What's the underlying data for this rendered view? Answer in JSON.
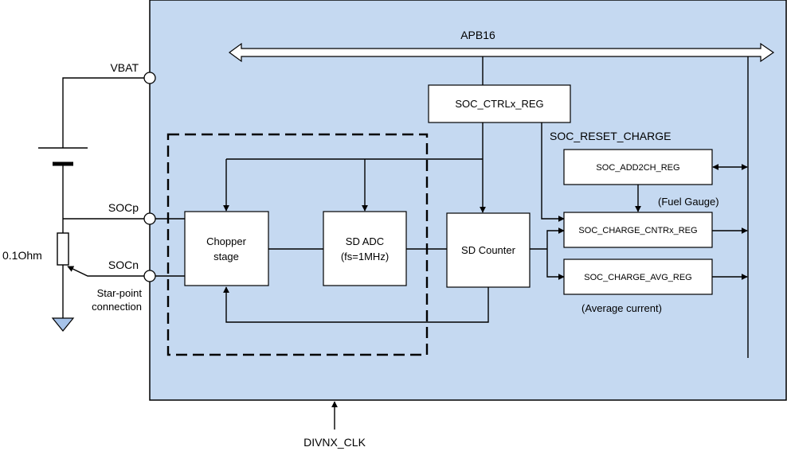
{
  "colors": {
    "chip_fill": "#c5d9f1",
    "chip_border": "#000000",
    "box_fill": "#ffffff",
    "line": "#000000",
    "ground_fill": "#a6c3ea"
  },
  "bus": {
    "label": "APB16"
  },
  "pins": {
    "vbat": "VBAT",
    "socp": "SOCp",
    "socn": "SOCn",
    "clock": "DIVNX_CLK"
  },
  "external": {
    "resistor": "0.1Ohm",
    "star_point_line1": "Star-point",
    "star_point_line2": "connection"
  },
  "blocks": {
    "ctrl_reg": "SOC_CTRLx_REG",
    "chopper_line1": "Chopper",
    "chopper_line2": "stage",
    "sd_adc_line1": "SD ADC",
    "sd_adc_line2": "(fs=1MHz)",
    "sd_counter": "SD Counter",
    "add2ch_reg": "SOC_ADD2CH_REG",
    "charge_cntr_reg": "SOC_CHARGE_CNTRx_REG",
    "charge_avg_reg": "SOC_CHARGE_AVG_REG"
  },
  "annotations": {
    "reset_charge": "SOC_RESET_CHARGE",
    "fuel_gauge": "(Fuel Gauge)",
    "average_current": "(Average current)"
  }
}
